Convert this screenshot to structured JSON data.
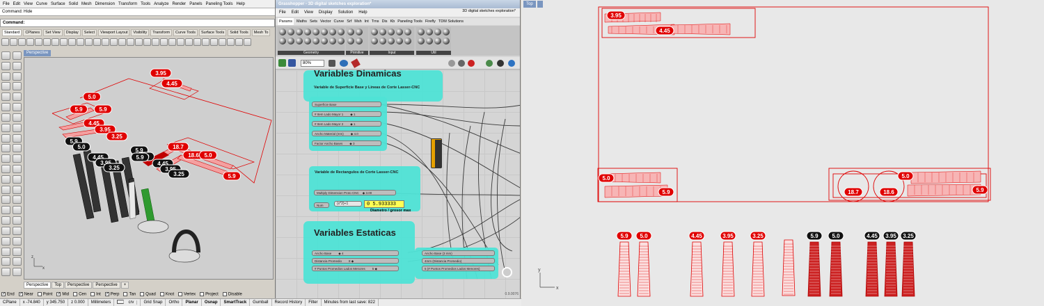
{
  "rhino": {
    "menu": [
      "File",
      "Edit",
      "View",
      "Curve",
      "Surface",
      "Solid",
      "Mesh",
      "Dimension",
      "Transform",
      "Tools",
      "Analyze",
      "Render",
      "Panels",
      "Paneling Tools",
      "Help"
    ],
    "command_history": "Command: Hide",
    "command_prompt": "Command:",
    "toolbar_tabs": [
      "Standard",
      "CPlanes",
      "Set View",
      "Display",
      "Select",
      "Viewport Layout",
      "Visibility",
      "Transform",
      "Curve Tools",
      "Surface Tools",
      "Solid Tools",
      "Mesh To"
    ],
    "active_viewport": "Perspective",
    "viewport_tabs": [
      "Perspective",
      "Top",
      "Perspective",
      "Perspective"
    ],
    "osnaps": [
      {
        "label": "End",
        "checked": true
      },
      {
        "label": "Near",
        "checked": true
      },
      {
        "label": "Point",
        "checked": false
      },
      {
        "label": "Mid",
        "checked": true
      },
      {
        "label": "Cen",
        "checked": false
      },
      {
        "label": "Int",
        "checked": false
      },
      {
        "label": "Perp",
        "checked": true
      },
      {
        "label": "Tan",
        "checked": false
      },
      {
        "label": "Quad",
        "checked": false
      },
      {
        "label": "Knot",
        "checked": false
      },
      {
        "label": "Vertex",
        "checked": false
      },
      {
        "label": "Project",
        "checked": false
      },
      {
        "label": "Disable",
        "checked": false
      }
    ],
    "tags_red": [
      "3.95",
      "4.45",
      "5.0",
      "5.9",
      "5.9",
      "4.45",
      "3.95",
      "3.25",
      "18.7",
      "18.6",
      "5.0",
      "5.9"
    ],
    "tags_black": [
      "5.9",
      "5.0",
      "4.45",
      "3.95",
      "3.25",
      "5.9",
      "5.0"
    ],
    "tags_small": [
      "5.9",
      "4.45",
      "3.95",
      "3.25"
    ]
  },
  "status": {
    "cplane": "CPlane",
    "x": "x -74.840",
    "y": "y 345.750",
    "z": "z 0.000",
    "units": "Millimeters",
    "layer": "crv",
    "grid_snap": "Grid Snap",
    "ortho": "Ortho",
    "planar": "Planar",
    "osnap": "Osnap",
    "smarttrack": "SmartTrack",
    "gumball": "Gumball",
    "record_history": "Record History",
    "filter": "Filter",
    "save_msg": "Minutes from last save: 822"
  },
  "grasshopper": {
    "title": "Grasshopper - 3D digital sketches exploration*",
    "menu": [
      "File",
      "Edit",
      "View",
      "Display",
      "Solution",
      "Help"
    ],
    "doc_name": "3D digital sketches exploration*",
    "tabs": [
      "Params",
      "Maths",
      "Sets",
      "Vector",
      "Curve",
      "Srf",
      "Msh",
      "Int",
      "Trns",
      "Dis",
      "Kb",
      "Paneling Tools",
      "Firefly",
      "TDM Solutions"
    ],
    "ribbon_groups": [
      "Geometry",
      "Primitive",
      "Input",
      "Util"
    ],
    "zoom": "80%",
    "group1_title": "Variables Dinamicas",
    "group1_subtitle": "Variable de Superficie Base y Lineas de Corte Lasser-CNC",
    "group1_rows": [
      "Superficie Base",
      "# Item Lado Mayor 1",
      "# Item Lado Mayor 2",
      "Ancho Material (mm)",
      "Factor Ancho Bases"
    ],
    "group1_values": [
      "",
      "◆ 1",
      "◆ 1",
      "◆ 4.0",
      "◆ 3"
    ],
    "group2_title": "Variable de Rectangulos de Corte Lasser-CNC",
    "group2_rows": [
      "Multiply Dimension Proto CNC",
      "Num"
    ],
    "group2_values": [
      "◆ 3.00",
      ""
    ],
    "expression": "(x*2)+1",
    "panel_value": "0 5.933333",
    "panel_caption": "Diametro / grosor max",
    "group3_title": "Variables Estaticas",
    "group3_rows": [
      "Ancho Base",
      "Distancia Promedio",
      "# Puntos Promedios Lados Menores"
    ],
    "group3_values": [
      "◆ 4",
      "8 ◆",
      "5 ◆"
    ],
    "group3_outputs": [
      "Ancho Base (3 mm)",
      "4mm (Distancia Promedio)",
      "5 (# Puntos Promedios Lados Menores)"
    ],
    "footer": "0.9.0076"
  },
  "top_viewport": {
    "label": "Top",
    "tags_top_box": [
      "3.95",
      "4.45"
    ],
    "tags_left_box": [
      "5.0",
      "5.9"
    ],
    "tags_right_box": [
      "18.7",
      "18.6",
      "5.0",
      "5.9"
    ],
    "pieces_red": [
      "5.9",
      "5.0",
      "4.45",
      "3.95",
      "3.25"
    ],
    "pieces_dark": [
      "5.9",
      "5.0",
      "4.45",
      "3.95",
      "3.25"
    ],
    "colors": {
      "red": "#e00000",
      "black": "#111111"
    }
  }
}
